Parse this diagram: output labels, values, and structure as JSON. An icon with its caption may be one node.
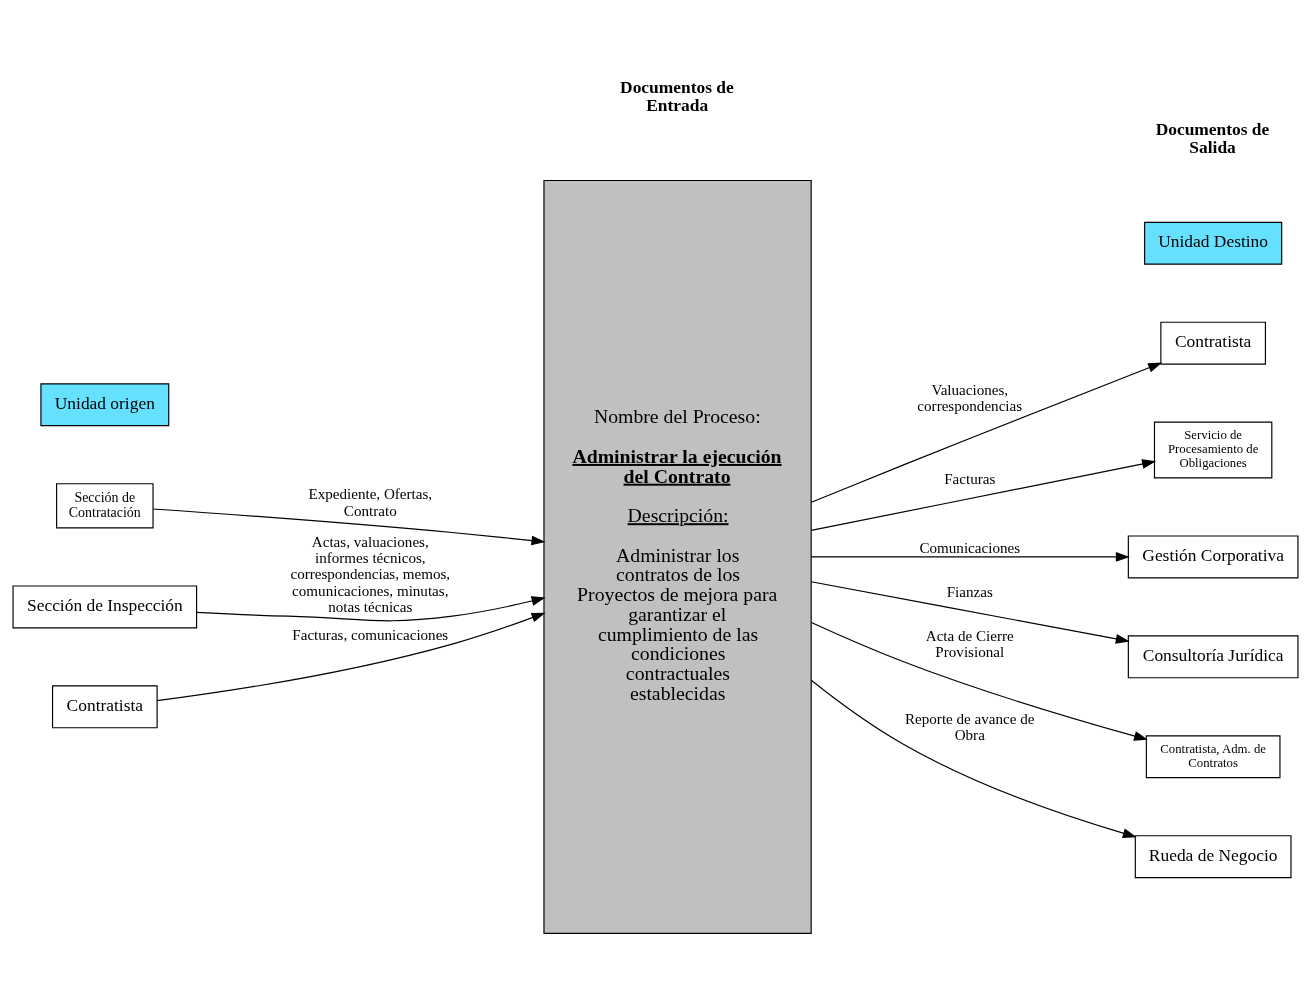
{
  "diagram": {
    "nodes": [
      {
        "text": [
          "Unidad origen"
        ]
      },
      {
        "text": [
          "Sección de Contratación"
        ]
      },
      {
        "text": [
          "Sección de Inspección"
        ]
      },
      {
        "text": [
          "Contratista"
        ]
      },
      {
        "text": [
          "Nombre del Proceso:",
          "Administrar la ejecución del Contrato",
          "Descripción:",
          "Administrar los contratos de los Proyectos de mejora para garantizar el cumplimiento de las condiciones contractuales establecidas"
        ]
      },
      {
        "text": [
          "Unidad Destino"
        ]
      },
      {
        "text": [
          "Contratista"
        ]
      },
      {
        "text": [
          "Servicio de Procesamiento de Obligaciones"
        ]
      },
      {
        "text": [
          "Gestión Corporativa"
        ]
      },
      {
        "text": [
          "Consultoría Jurídica"
        ]
      },
      {
        "text": [
          "Contratista, Adm. de Contratos"
        ]
      },
      {
        "text": [
          "Rueda de Negocio"
        ]
      }
    ],
    "edges": [
      {
        "from": 1,
        "to": 4,
        "arrow": "to",
        "label": "Expediente, Ofertas, Contrato"
      },
      {
        "from": 2,
        "to": 4,
        "arrow": "to",
        "label": "Actas, valuaciones, informes técnicos, correspondencias, memos, comunicaciones, minutas, notas técnicas"
      },
      {
        "from": 3,
        "to": 4,
        "arrow": "to",
        "label": "Facturas, comunicaciones"
      },
      {
        "from": 4,
        "to": 6,
        "arrow": "to",
        "label": "Valuaciones, correspondencias"
      },
      {
        "from": 4,
        "to": 7,
        "arrow": "to",
        "label": "Facturas"
      },
      {
        "from": 4,
        "to": 8,
        "arrow": "to",
        "label": "Comunicaciones"
      },
      {
        "from": 4,
        "to": 9,
        "arrow": "to",
        "label": "Fianzas"
      },
      {
        "from": 4,
        "to": 10,
        "arrow": "to",
        "label": "Acta de Cierre Provisional"
      },
      {
        "from": 4,
        "to": 11,
        "arrow": "to",
        "label": "Reporte de avance de Obra"
      }
    ],
    "labels": [
      "Documentos de Entrada",
      "Documentos de Salida"
    ]
  }
}
